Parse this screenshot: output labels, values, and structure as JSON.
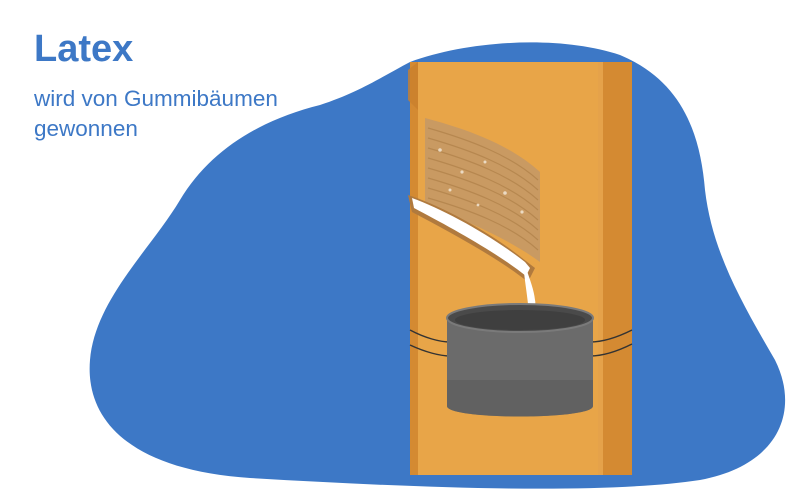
{
  "title": "Latex",
  "subtitle": {
    "line1": "wird von Gummibäumen",
    "line2": "gewonnen"
  },
  "colors": {
    "blob": "#3d78c6",
    "trunk": "#e8a548",
    "trunk_edge": "#d48a32",
    "bark_cut": "#c99a62",
    "latex": "#ffffff",
    "cup": "#6b6b6b",
    "cup_dark": "#3f3f3f",
    "wire": "#333333"
  },
  "illustration": {
    "icon": "rubber-tree-tapping-icon"
  }
}
